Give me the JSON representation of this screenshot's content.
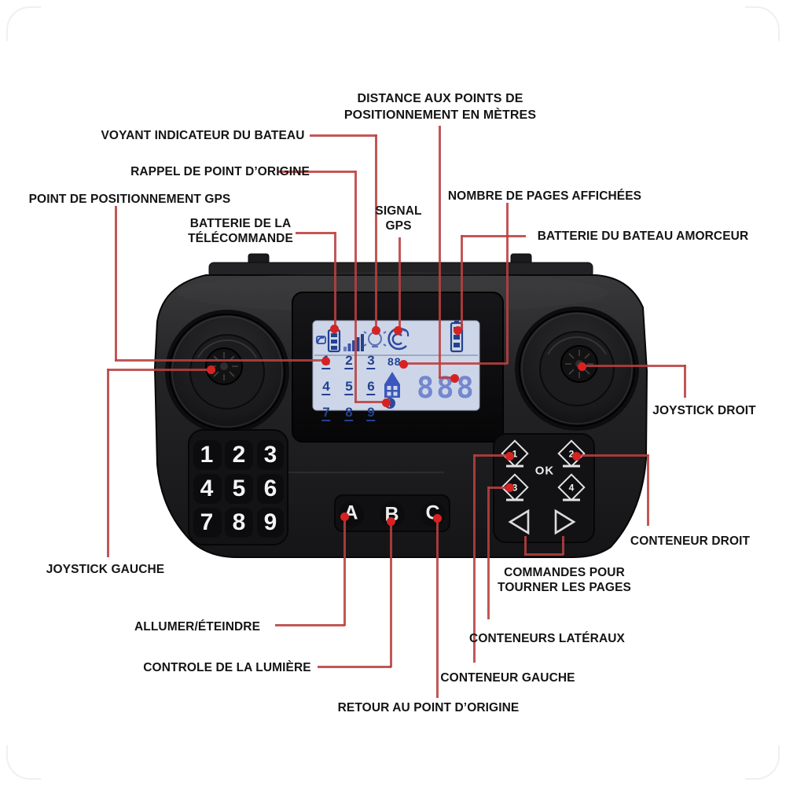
{
  "labels": {
    "distance": {
      "l1": "DISTANCE AUX POINTS DE",
      "l2": "POSITIONNEMENT EN MÈTRES"
    },
    "voyant": "VOYANT INDICATEUR DU BATEAU",
    "rappel": "RAPPEL DE POINT D’ORIGINE",
    "point_gps": "POINT DE POSITIONNEMENT GPS",
    "batterie_tele": {
      "l1": "BATTERIE DE LA",
      "l2": "TÉLÉCOMMANDE"
    },
    "signal_gps": {
      "l1": "SIGNAL",
      "l2": "GPS"
    },
    "nombre_pages": "NOMBRE DE PAGES AFFICHÉES",
    "batterie_bateau": "BATTERIE DU BATEAU AMORCEUR",
    "joystick_droit": "JOYSTICK DROIT",
    "conteneur_droit": "CONTENEUR DROIT",
    "joystick_gauche": "JOYSTICK GAUCHE",
    "commandes": {
      "l1": "COMMANDES POUR",
      "l2": "TOURNER LES PAGES"
    },
    "allumer": "ALLUMER/ÉTEINDRE",
    "conteneurs_lateraux": "CONTENEURS LATÉRAUX",
    "controle_lumiere": "CONTROLE DE LA LUMIÈRE",
    "conteneur_gauche": "CONTENEUR GAUCHE",
    "retour": "RETOUR AU POINT D’ORIGINE"
  },
  "remote": {
    "keypad": [
      "1",
      "2",
      "3",
      "4",
      "5",
      "6",
      "7",
      "8",
      "9"
    ],
    "abc": [
      "A",
      "B",
      "C"
    ],
    "ok": "OK",
    "diamond_buttons": [
      "1",
      "2",
      "3",
      "4"
    ],
    "screen": {
      "grid_numbers": [
        "1",
        "2",
        "3",
        "4",
        "5",
        "6",
        "7",
        "8",
        "9"
      ],
      "pages_value": "88",
      "distance_value": "888",
      "icons": [
        "remote-battery-icon",
        "signal-bars-icon",
        "light-icon",
        "gps-signal-icon",
        "boat-battery-icon",
        "boat-icon",
        "origin-point-icon"
      ]
    },
    "icons": [
      "page-left-icon",
      "page-right-icon"
    ]
  },
  "colors": {
    "annotation_line": "#ba4040",
    "annotation_dot": "#d62222",
    "lcd_bg": "#cdd6e8",
    "lcd_ink": "#24418f",
    "lcd_value": "#7487cf",
    "body": "#212123"
  }
}
